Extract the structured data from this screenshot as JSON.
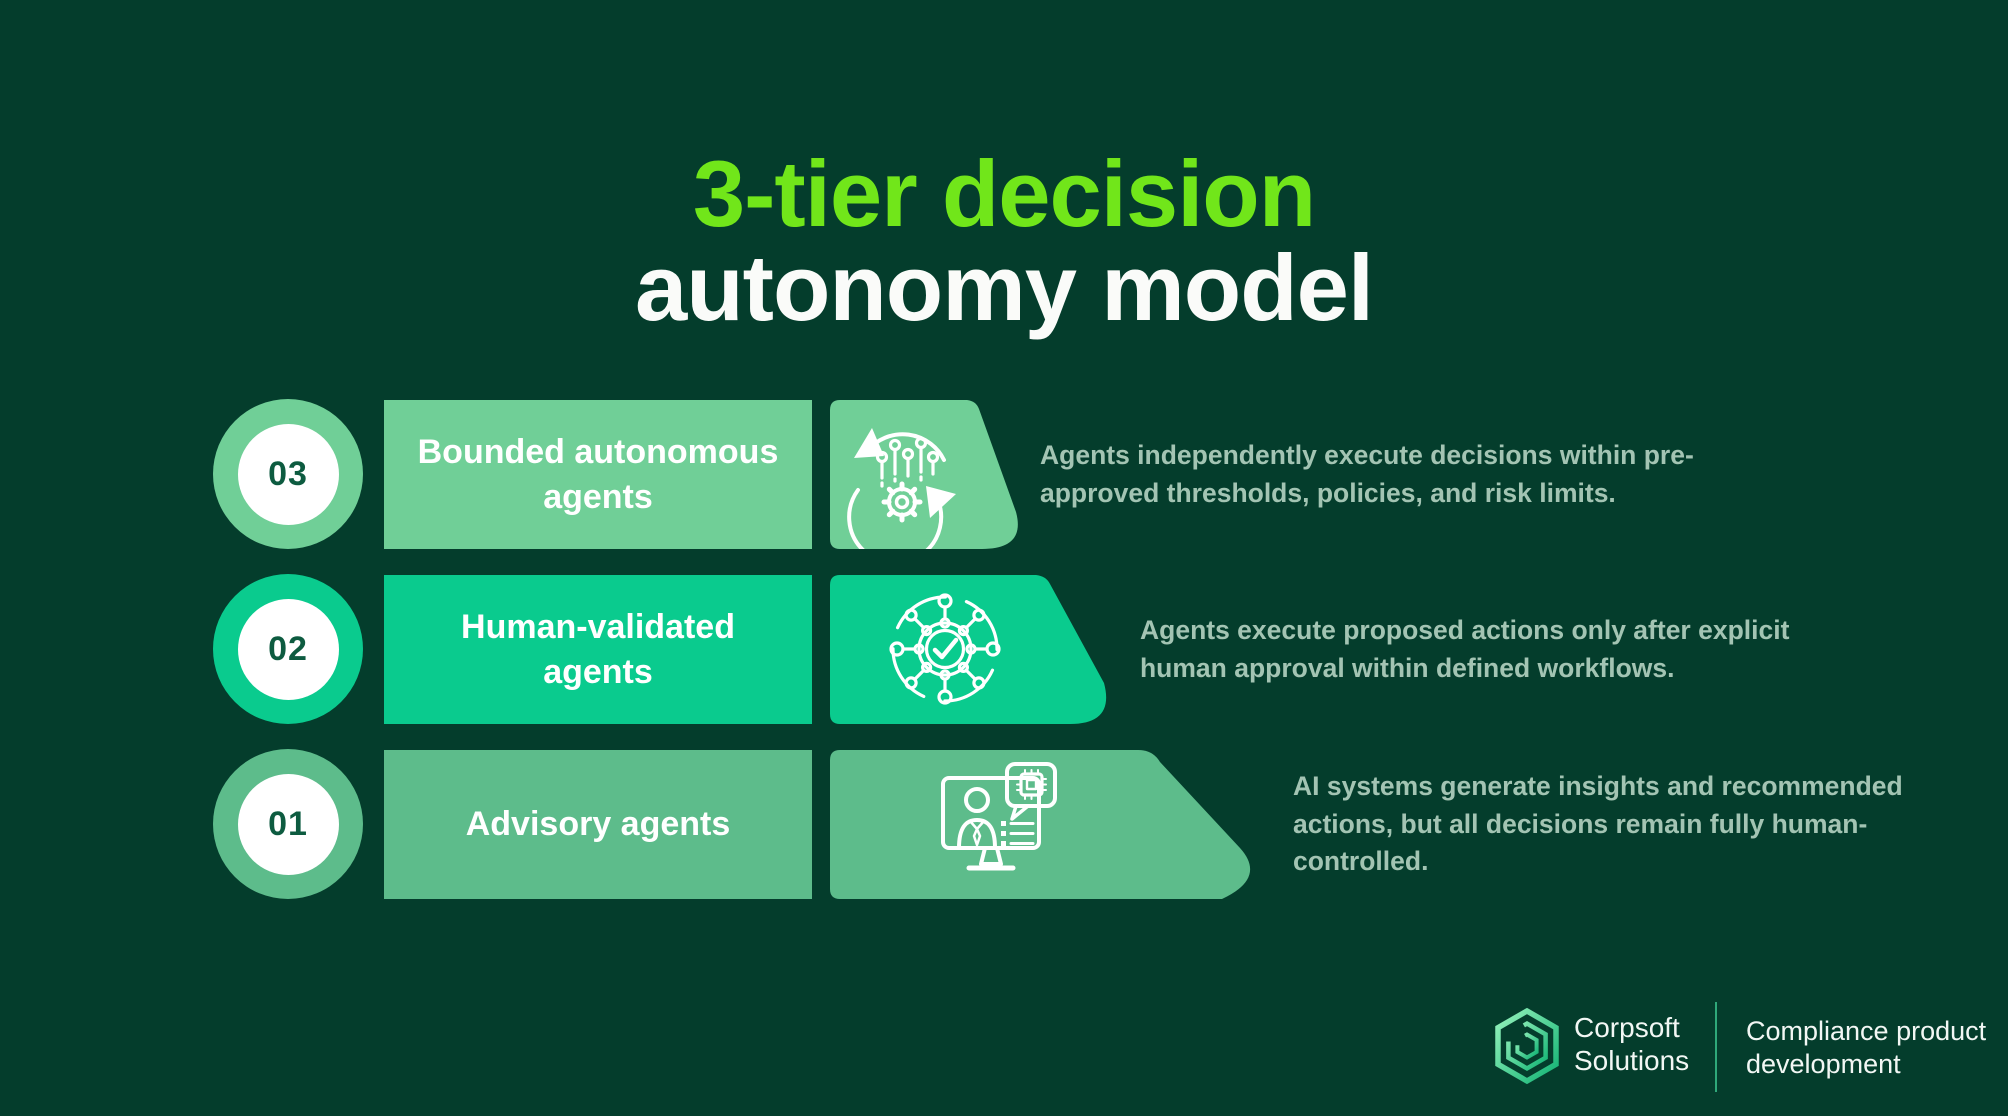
{
  "colors": {
    "background": "#043D2C",
    "title-accent": "#71E61A",
    "title-white": "#FAFBF9",
    "tier3": "#70CF97",
    "tier2": "#0ACB8E",
    "tier1": "#5DBC8B",
    "desc-text": "#A3C4B3",
    "number-text": "#0D5B40",
    "circle-inner": "#FFFFFF",
    "icon-stroke": "#FFFFFF",
    "divider": "#2FA97A",
    "logo-grad-start": "#96F2BC",
    "logo-grad-end": "#12B374"
  },
  "title": {
    "line1": "3-tier decision",
    "line2": "autonomy model"
  },
  "tiers": [
    {
      "number": "03",
      "label_lines": [
        "Bounded autonomous",
        "agents"
      ],
      "icon": "automation-cycle-icon",
      "description_lines": [
        "Agents independently execute decisions within pre-",
        "approved thresholds, policies, and risk limits."
      ]
    },
    {
      "number": "02",
      "label_lines": [
        "Human-validated",
        "agents"
      ],
      "icon": "network-approval-icon",
      "description_lines": [
        "Agents execute proposed actions only after explicit",
        "human approval within defined workflows."
      ]
    },
    {
      "number": "01",
      "label_lines": [
        "Advisory agents"
      ],
      "icon": "advisor-monitor-icon",
      "description_lines": [
        "AI systems generate insights and recommended",
        "actions, but all decisions remain fully human-",
        "controlled."
      ]
    }
  ],
  "footer": {
    "brand_lines": [
      "Corpsoft",
      "Solutions"
    ],
    "tagline_lines": [
      "Compliance product",
      "development"
    ]
  }
}
